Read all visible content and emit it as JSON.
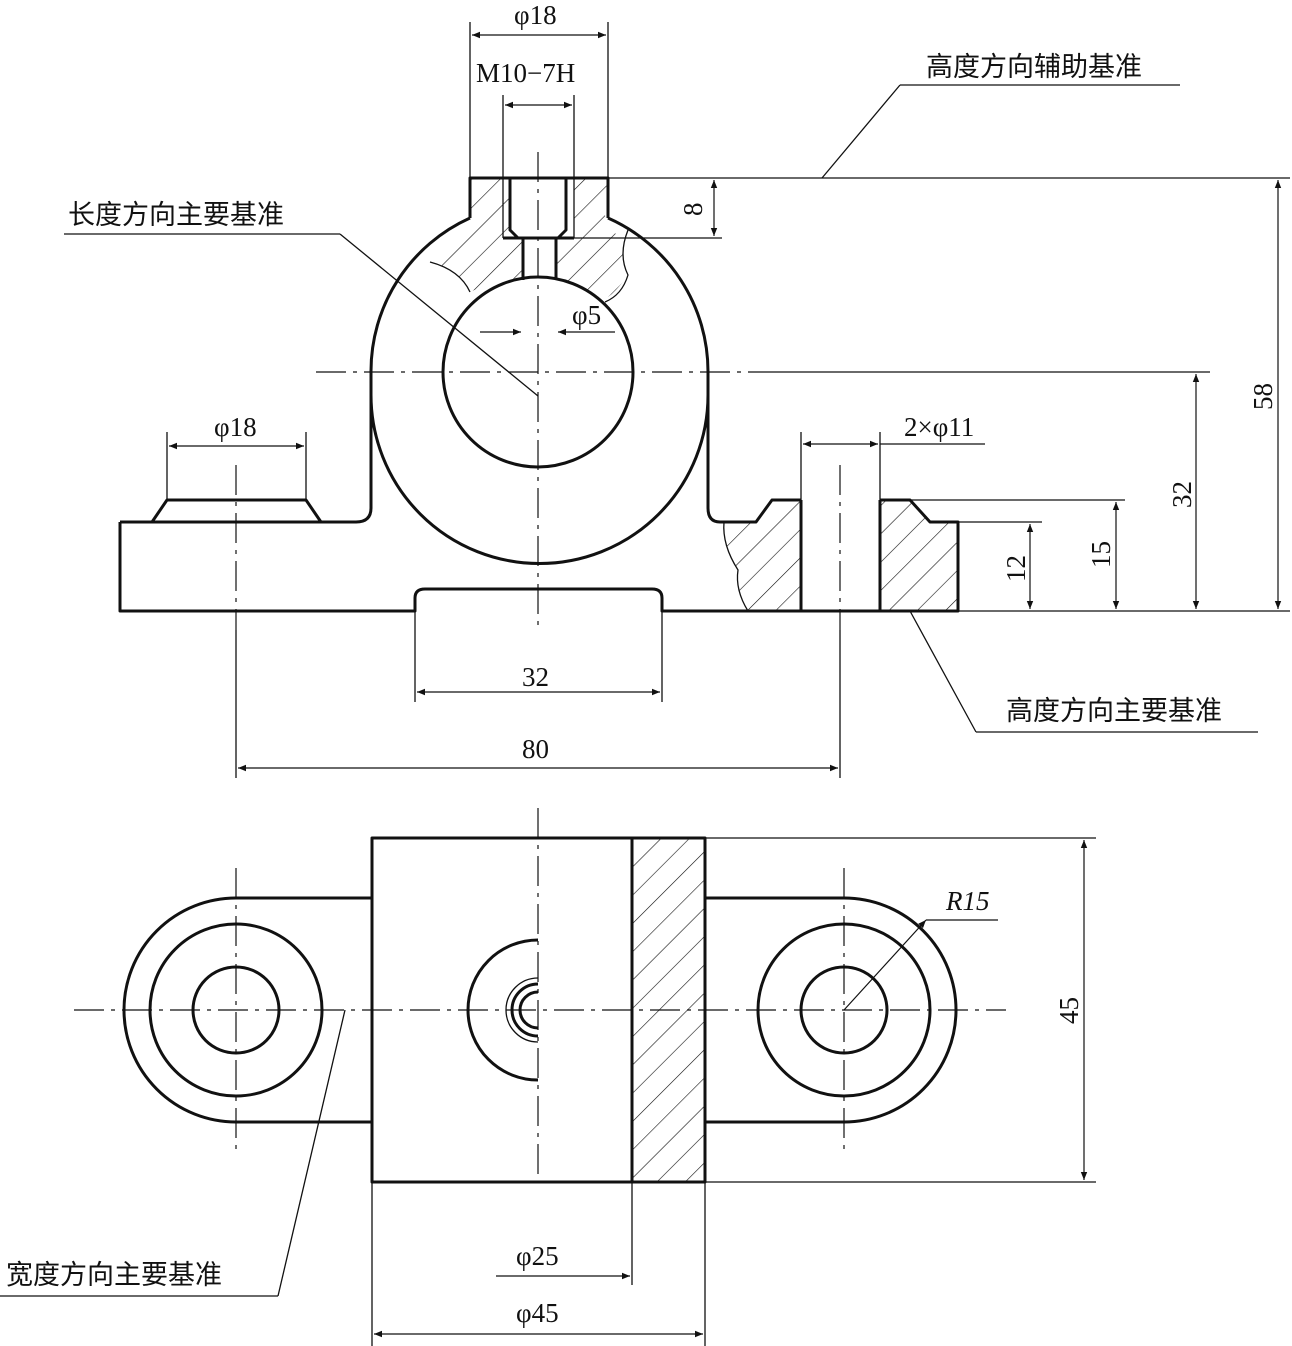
{
  "title_hint": "",
  "datum_labels": {
    "height_aux": "高度方向辅助基准",
    "length_main": "长度方向主要基准",
    "height_main": "高度方向主要基准",
    "width_main": "宽度方向主要基准"
  },
  "front_view_dims": {
    "phi18_top": "φ18",
    "thread": "M10−7H",
    "depth8": "8",
    "phi5": "φ5",
    "phi18_left": "φ18",
    "holes": "2×φ11",
    "h12": "12",
    "h15": "15",
    "h32": "32",
    "h58": "58",
    "w32": "32",
    "w80": "80"
  },
  "top_view_dims": {
    "r15": "R15",
    "w45": "45",
    "phi25": "φ25",
    "phi45": "φ45"
  }
}
